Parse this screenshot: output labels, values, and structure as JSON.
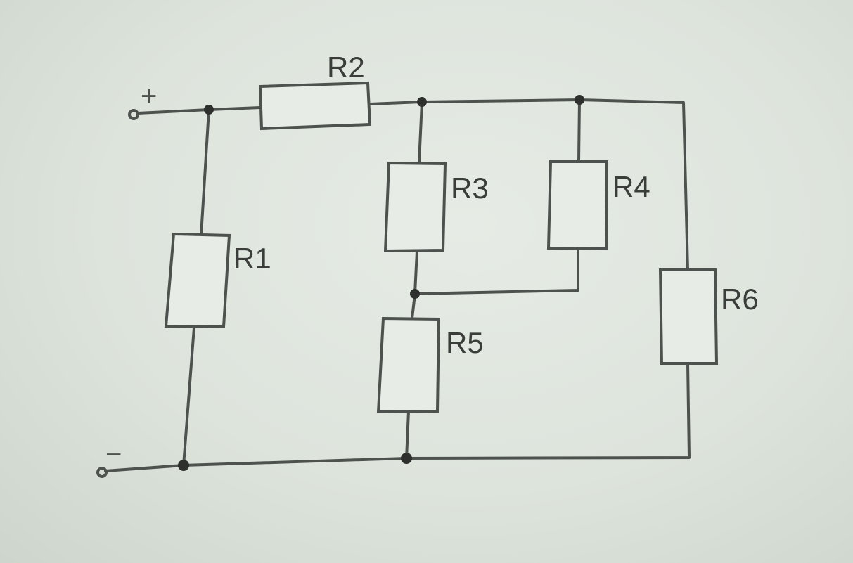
{
  "terminals": {
    "positive": "+",
    "negative": "−"
  },
  "resistors": {
    "r1": "R1",
    "r2": "R2",
    "r3": "R3",
    "r4": "R4",
    "r5": "R5",
    "r6": "R6"
  }
}
